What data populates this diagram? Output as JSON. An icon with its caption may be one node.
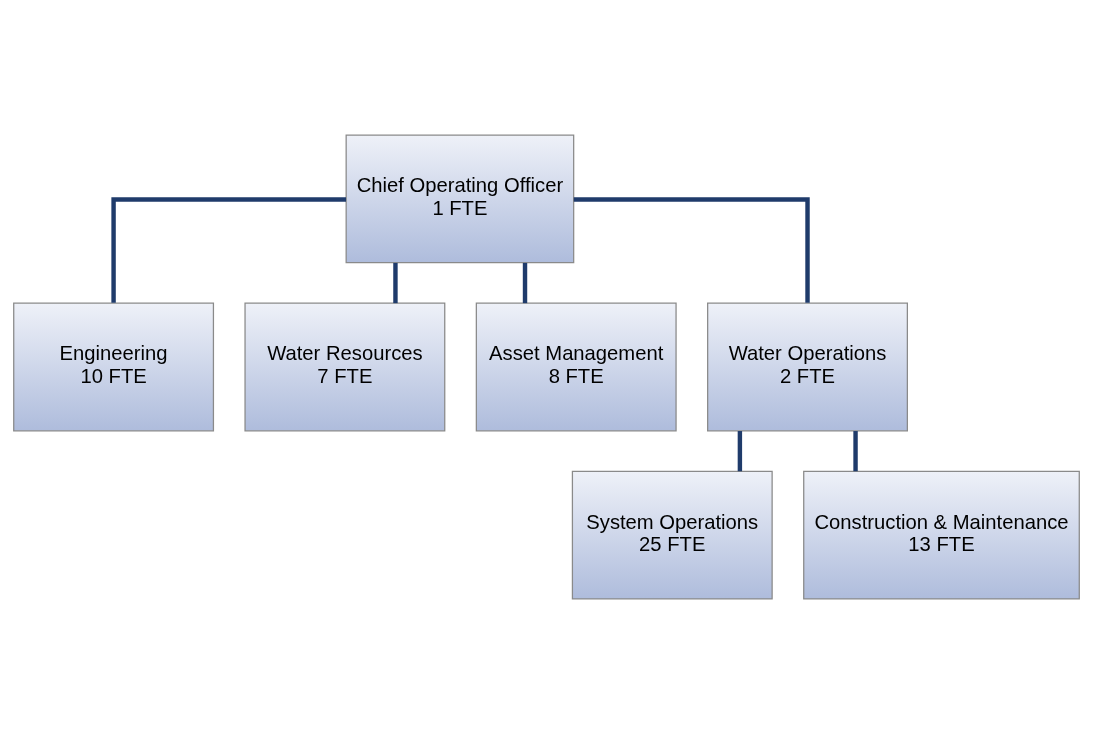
{
  "diagram": {
    "nodes": [
      {
        "text": [
          "Chief Operating Officer",
          "1 FTE"
        ]
      },
      {
        "text": [
          "Engineering",
          "10 FTE"
        ]
      },
      {
        "text": [
          "Water Resources",
          "7 FTE"
        ]
      },
      {
        "text": [
          "Asset Management",
          "8 FTE"
        ]
      },
      {
        "text": [
          "Water Operations",
          "2 FTE"
        ]
      },
      {
        "text": [
          "System Operations",
          "25 FTE"
        ]
      },
      {
        "text": [
          "Construction & Maintenance",
          "13 FTE"
        ]
      }
    ],
    "edges": [
      {
        "from": 0,
        "to": 1,
        "arrow": "none"
      },
      {
        "from": 0,
        "to": 2,
        "arrow": "none"
      },
      {
        "from": 0,
        "to": 3,
        "arrow": "none"
      },
      {
        "from": 0,
        "to": 4,
        "arrow": "none"
      },
      {
        "from": 4,
        "to": 5,
        "arrow": "none"
      },
      {
        "from": 4,
        "to": 6,
        "arrow": "none"
      }
    ]
  }
}
